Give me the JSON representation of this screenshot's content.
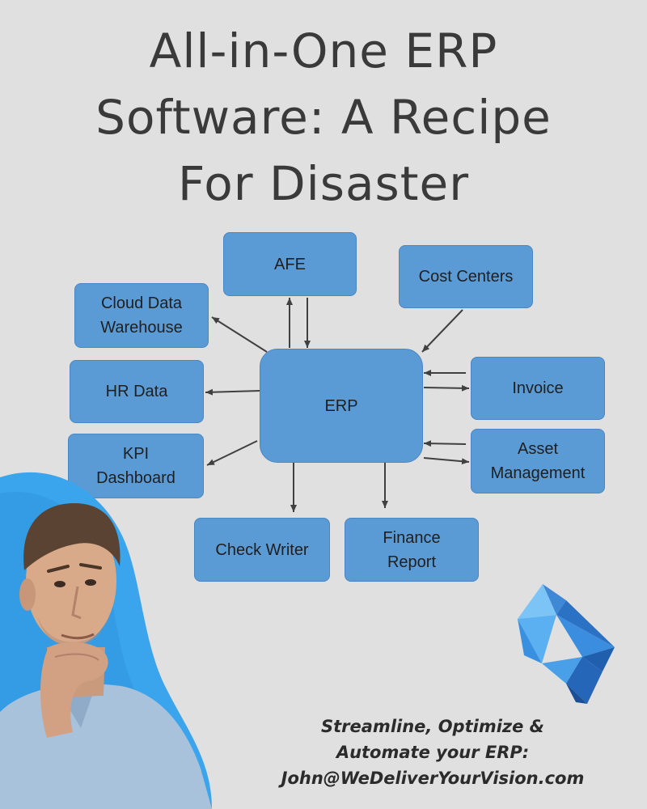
{
  "title": {
    "lines": [
      "All-in-One ERP",
      "Software: A Recipe",
      "For Disaster"
    ]
  },
  "diagram": {
    "center": {
      "label": "ERP"
    },
    "nodes": {
      "afe": [
        "AFE"
      ],
      "cost_centers": [
        "Cost Centers"
      ],
      "cloud_data_warehouse": [
        "Cloud Data",
        "Warehouse"
      ],
      "hr_data": [
        "HR Data"
      ],
      "kpi_dashboard": [
        "KPI",
        "Dashboard"
      ],
      "invoice": [
        "Invoice"
      ],
      "asset_management": [
        "Asset",
        "Management"
      ],
      "check_writer": [
        "Check Writer"
      ],
      "finance_report": [
        "Finance",
        "Report"
      ]
    },
    "colors": {
      "box": "#5b9bd5",
      "arrow": "#404040"
    }
  },
  "cta": {
    "lines": [
      "Streamline, Optimize &",
      "Automate your ERP:",
      "John@WeDeliverYourVision.com"
    ]
  },
  "icons": {
    "logo": "fox-head-logo-icon",
    "photo": "thinking-man-photo"
  }
}
